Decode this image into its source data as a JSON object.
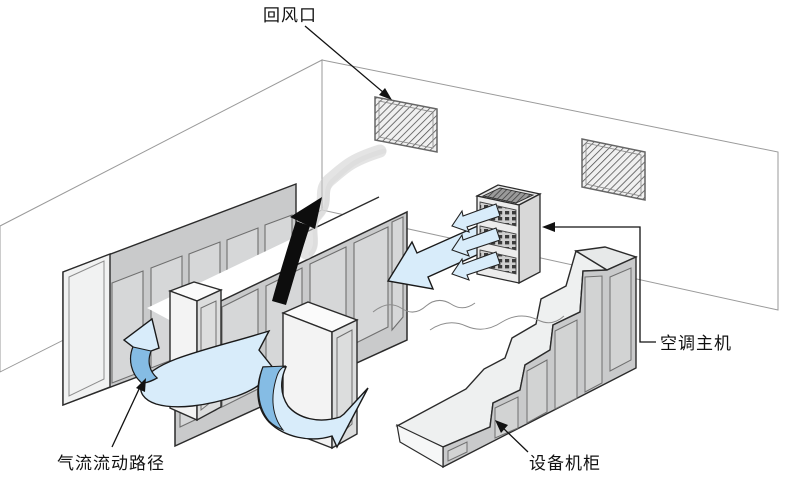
{
  "figure": {
    "type": "isometric-cutaway-diagram",
    "subject_labels_language": "zh-CN",
    "background": "#ffffff"
  },
  "labels": {
    "return_air_vent": "回风口",
    "ac_main_unit": "空调主机",
    "airflow_path": "气流流动路径",
    "equipment_cabinet": "设备机柜"
  },
  "colors": {
    "outline": "#2b2b2b",
    "wall_line": "#9a9a9a",
    "leader_line": "#111111",
    "cabinet_front": "#c9cacb",
    "cabinet_door": "#d6d7d8",
    "cabinet_roof": "#ffffff",
    "cabinet_end": "#f1f2f2",
    "airflow_fill": "#d8ecfa",
    "airflow_shade": "#85bce4",
    "hot_air_arrow": "#0d0d0d",
    "smoke": "#c9c9c9",
    "vent_hatch": "#4a4a4a"
  },
  "components": [
    "room-left-wall",
    "room-right-wall",
    "return-air-vent-grille",
    "secondary-wall-vent",
    "back-cabinet-row",
    "middle-cabinet-row",
    "front-cabinet-1",
    "front-cabinet-2",
    "stepped-equipment-cabinet-row",
    "ac-main-unit",
    "ac-supply-arrows",
    "cold-air-supply-arrow",
    "airflow-swoosh-left",
    "airflow-swoosh-center",
    "hot-air-return-arrow",
    "smoke-wisp"
  ]
}
